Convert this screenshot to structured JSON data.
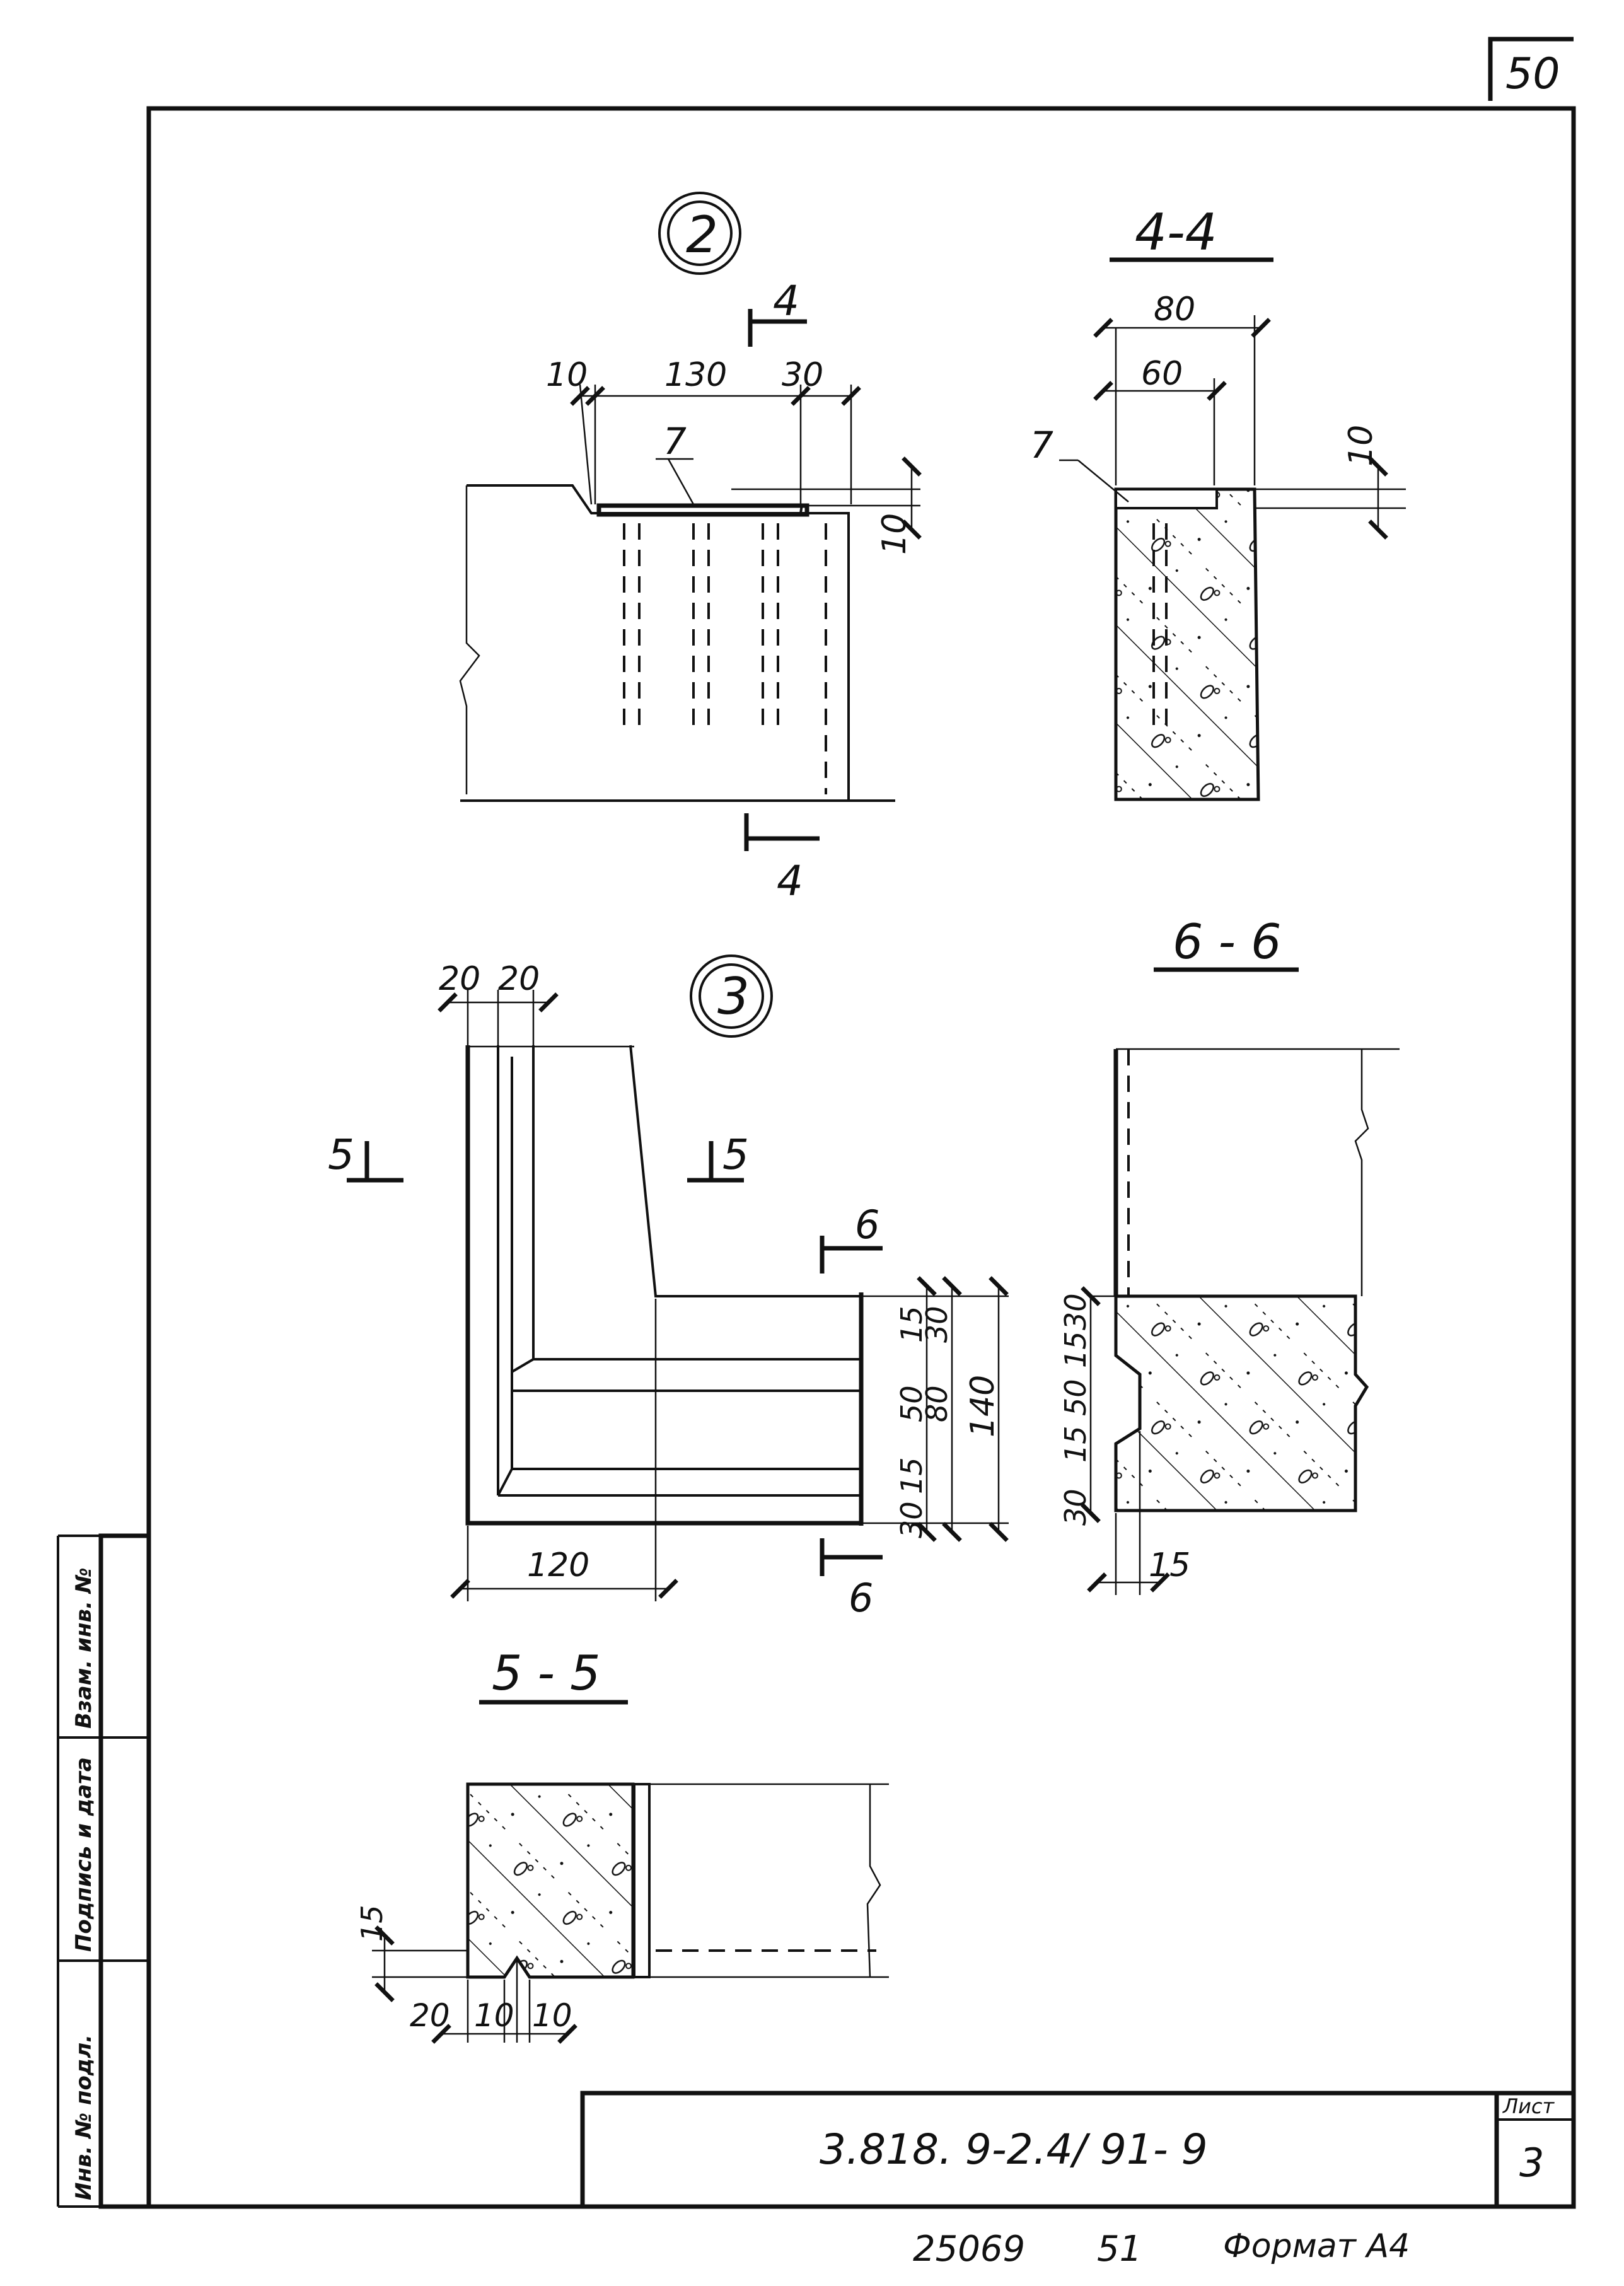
{
  "sheet": {
    "page_number": "50",
    "document_code": "3.818. 9-2.4/ 91- 9",
    "sheet_label": "Лист",
    "sheet_number": "3",
    "footer_inventory": "25069",
    "footer_number": "51",
    "footer_format": "Формат А4"
  },
  "side_stamp": {
    "inv_original": "Инв. № подл.",
    "signature_date": "Подпись и дата",
    "inv_replaced": "Взам. инв. №"
  },
  "node2": {
    "marker": "2",
    "dims": {
      "d10": "10",
      "d130": "130",
      "d30": "30",
      "dv10": "10"
    },
    "callout": "7",
    "cut_top": "4",
    "cut_bottom": "4"
  },
  "section44": {
    "title": "4-4",
    "dims": {
      "d80": "80",
      "d60": "60",
      "dv10": "10"
    },
    "callout": "7"
  },
  "node3": {
    "marker": "3",
    "dims": {
      "d20a": "20",
      "d20b": "20",
      "d120": "120",
      "d15a": "15",
      "d30a": "30",
      "d50": "50",
      "d80": "80",
      "d140": "140",
      "d15b": "15",
      "d30b": "30"
    },
    "cut5_left": "5",
    "cut5_right": "5",
    "cut6_top": "6",
    "cut6_bottom": "6"
  },
  "section66": {
    "title": "6 - 6",
    "dims": {
      "d30a": "30",
      "d15a": "15",
      "d50": "50",
      "d15b": "15",
      "d30b": "30",
      "d15h": "15"
    }
  },
  "section55": {
    "title": "5 - 5",
    "dims": {
      "d15": "15",
      "d20": "20",
      "d10a": "10",
      "d10b": "10"
    }
  }
}
